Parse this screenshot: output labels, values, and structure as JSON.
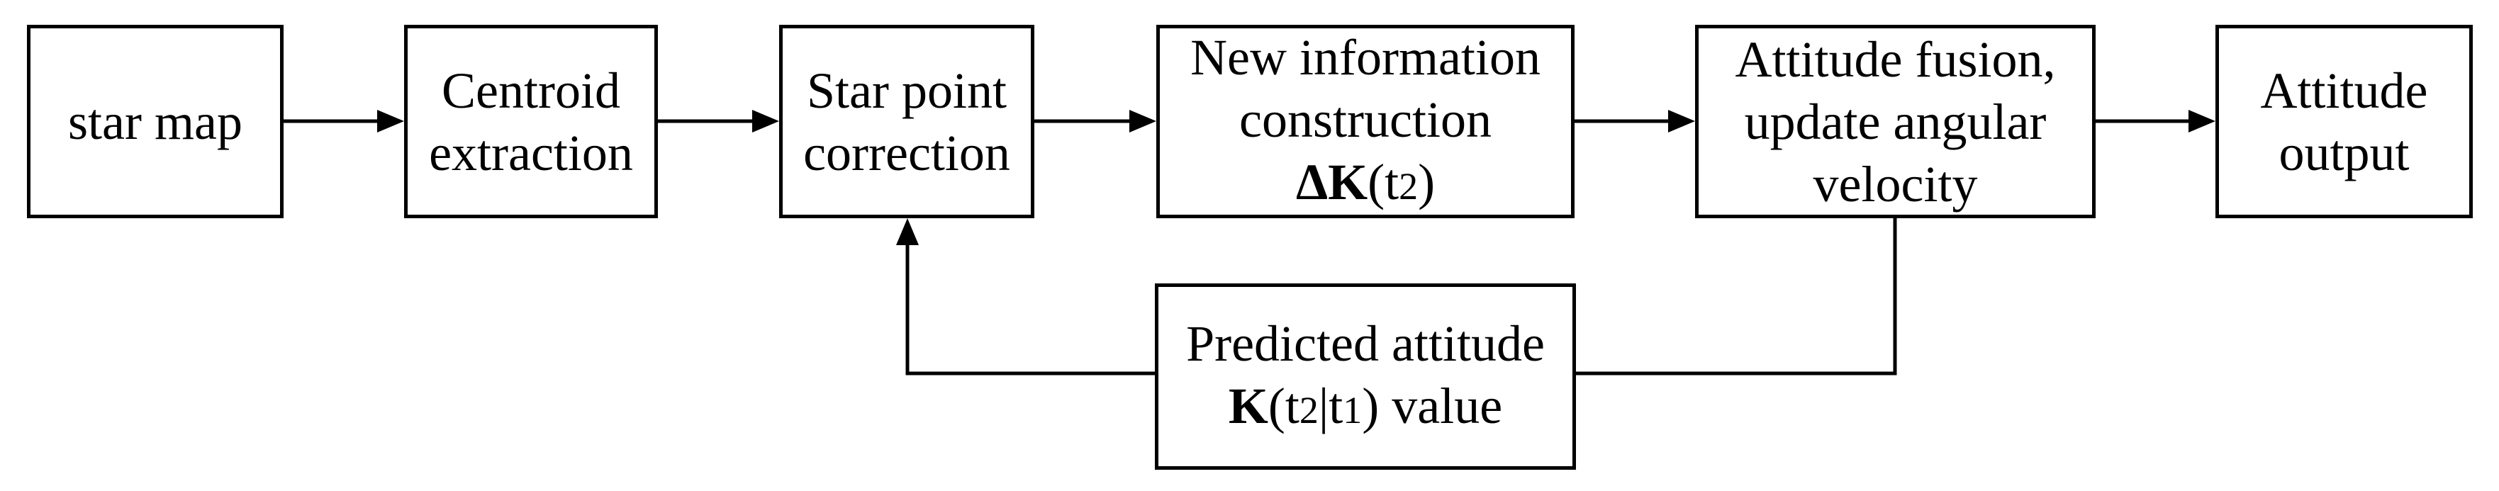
{
  "diagram": {
    "type": "flowchart",
    "colors": {
      "background": "#ffffff",
      "line": "#000000",
      "text": "#000000"
    },
    "boxes": [
      {
        "id": "star-map",
        "lines": [
          [
            {
              "t": "star map"
            }
          ]
        ]
      },
      {
        "id": "centroid-extraction",
        "lines": [
          [
            {
              "t": "Centroid"
            }
          ],
          [
            {
              "t": "extraction"
            }
          ]
        ]
      },
      {
        "id": "star-point-correction",
        "lines": [
          [
            {
              "t": "Star point"
            }
          ],
          [
            {
              "t": "correction"
            }
          ]
        ]
      },
      {
        "id": "new-information-construction",
        "lines": [
          [
            {
              "t": "New information"
            }
          ],
          [
            {
              "t": "construction"
            }
          ],
          [
            {
              "t": "ΔK",
              "b": true
            },
            {
              "t": "(t"
            },
            {
              "t": "2",
              "s": true
            },
            {
              "t": ")"
            }
          ]
        ]
      },
      {
        "id": "attitude-fusion",
        "lines": [
          [
            {
              "t": "Attitude fusion,"
            }
          ],
          [
            {
              "t": "update angular"
            }
          ],
          [
            {
              "t": "velocity"
            }
          ]
        ]
      },
      {
        "id": "attitude-output",
        "lines": [
          [
            {
              "t": "Attitude"
            }
          ],
          [
            {
              "t": "output"
            }
          ]
        ]
      },
      {
        "id": "predicted-attitude",
        "lines": [
          [
            {
              "t": "Predicted attitude"
            }
          ],
          [
            {
              "t": "K",
              "b": true
            },
            {
              "t": "(t"
            },
            {
              "t": "2",
              "s": true
            },
            {
              "t": "|t"
            },
            {
              "t": "1",
              "s": true
            },
            {
              "t": ") value"
            }
          ]
        ]
      }
    ],
    "edges": [
      {
        "from": "star-map",
        "to": "centroid-extraction",
        "arrow": true
      },
      {
        "from": "centroid-extraction",
        "to": "star-point-correction",
        "arrow": true
      },
      {
        "from": "star-point-correction",
        "to": "new-information-construction",
        "arrow": true
      },
      {
        "from": "new-information-construction",
        "to": "attitude-fusion",
        "arrow": true
      },
      {
        "from": "attitude-fusion",
        "to": "attitude-output",
        "arrow": true
      },
      {
        "from": "attitude-fusion",
        "to": "predicted-attitude",
        "arrow": false
      },
      {
        "from": "predicted-attitude",
        "to": "star-point-correction",
        "arrow": true
      }
    ]
  }
}
